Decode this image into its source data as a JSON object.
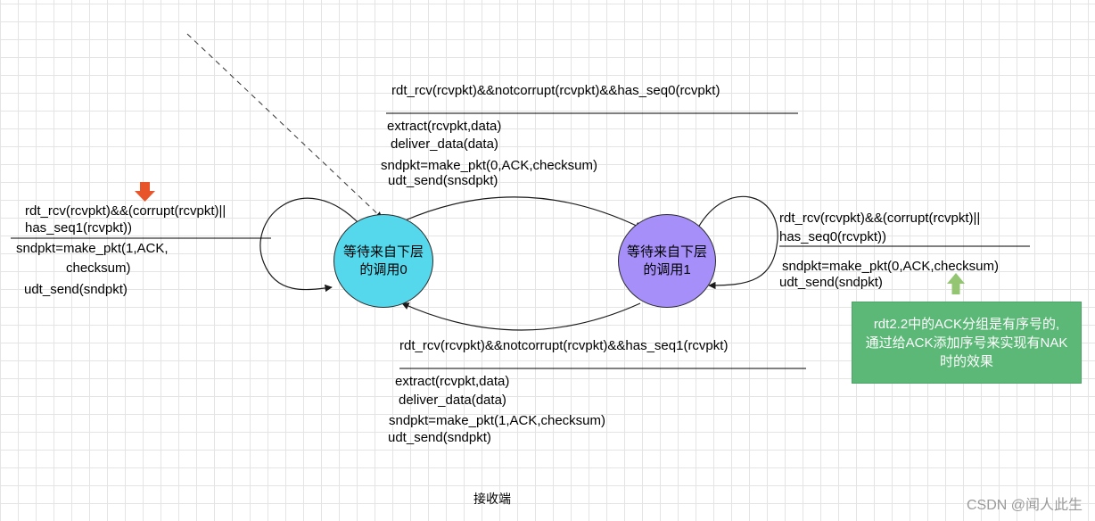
{
  "states": {
    "s0": {
      "line1": "等待来自下层",
      "line2": "的调用0",
      "color": "#55d8ec"
    },
    "s1": {
      "line1": "等待来自下层",
      "line2": "的调用1",
      "color": "#a68ff8"
    }
  },
  "top_transition": {
    "event": "rdt_rcv(rcvpkt)&&notcorrupt(rcvpkt)&&has_seq0(rcvpkt)",
    "action1": "extract(rcvpkt,data)",
    "action2": "deliver_data(data)",
    "action3": "sndpkt=make_pkt(0,ACK,checksum)",
    "action4": "udt_send(snsdpkt)"
  },
  "bottom_transition": {
    "event": "rdt_rcv(rcvpkt)&&notcorrupt(rcvpkt)&&has_seq1(rcvpkt)",
    "action1": "extract(rcvpkt,data)",
    "action2": "deliver_data(data)",
    "action3": "sndpkt=make_pkt(1,ACK,checksum)",
    "action4": "udt_send(sndpkt)"
  },
  "left_loop": {
    "event1": "rdt_rcv(rcvpkt)&&(corrupt(rcvpkt)||",
    "event2": "has_seq1(rcvpkt))",
    "action1": "sndpkt=make_pkt(1,ACK,",
    "action2": "checksum)",
    "action3": "udt_send(sndpkt)"
  },
  "right_loop": {
    "event1": "rdt_rcv(rcvpkt)&&(corrupt(rcvpkt)||",
    "event2": "has_seq0(rcvpkt))",
    "action1": "sndpkt=make_pkt(0,ACK,checksum)",
    "action2": "udt_send(sndpkt)"
  },
  "note": {
    "text1": "rdt2.2中的ACK分组是有序号的,",
    "text2": "通过给ACK添加序号来实现有NAK",
    "text3": "时的效果",
    "color": "#5bb877"
  },
  "colors": {
    "red_arrow": "#e8552a",
    "green_arrow": "#93c572"
  },
  "caption": "接收端",
  "watermark": "CSDN @闻人此生"
}
